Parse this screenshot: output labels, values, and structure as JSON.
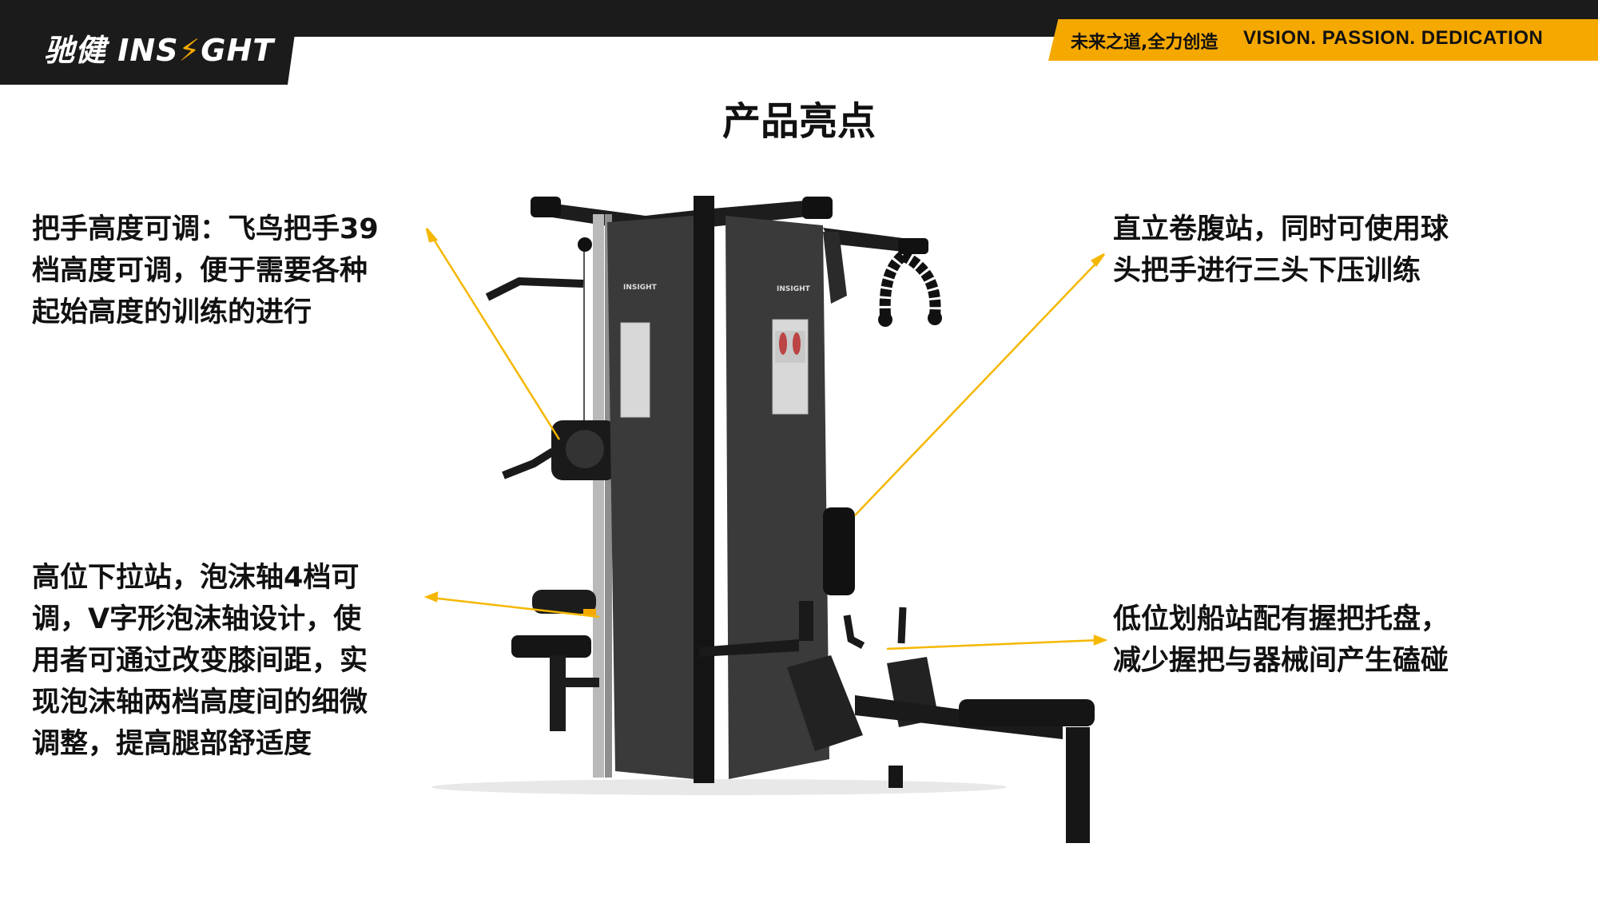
{
  "brand": {
    "logo_cn": "驰健",
    "logo_en_prefix": "INS",
    "logo_en_suffix": "GHT",
    "accent": "#f5a800"
  },
  "tagline": {
    "cn": "未来之道,全力创造",
    "en": "VISION. PASSION. DEDICATION"
  },
  "page_title": "产品亮点",
  "machine_label": "INSIGHT",
  "callouts": [
    {
      "lines": [
        "把手高度可调：飞鸟把手39",
        "档高度可调，便于需要各种",
        "起始高度的训练的进行"
      ]
    },
    {
      "lines": [
        "高位下拉站，泡沫轴4档可",
        "调，V字形泡沫轴设计，使",
        "用者可通过改变膝间距，实",
        "现泡沫轴两档高度间的细微",
        "调整，提高腿部舒适度"
      ]
    },
    {
      "lines": [
        "直立卷腹站，同时可使用球",
        "头把手进行三头下压训练"
      ]
    },
    {
      "lines": [
        "低位划船站配有握把托盘，",
        "减少握把与器械间产生磕碰"
      ]
    }
  ]
}
